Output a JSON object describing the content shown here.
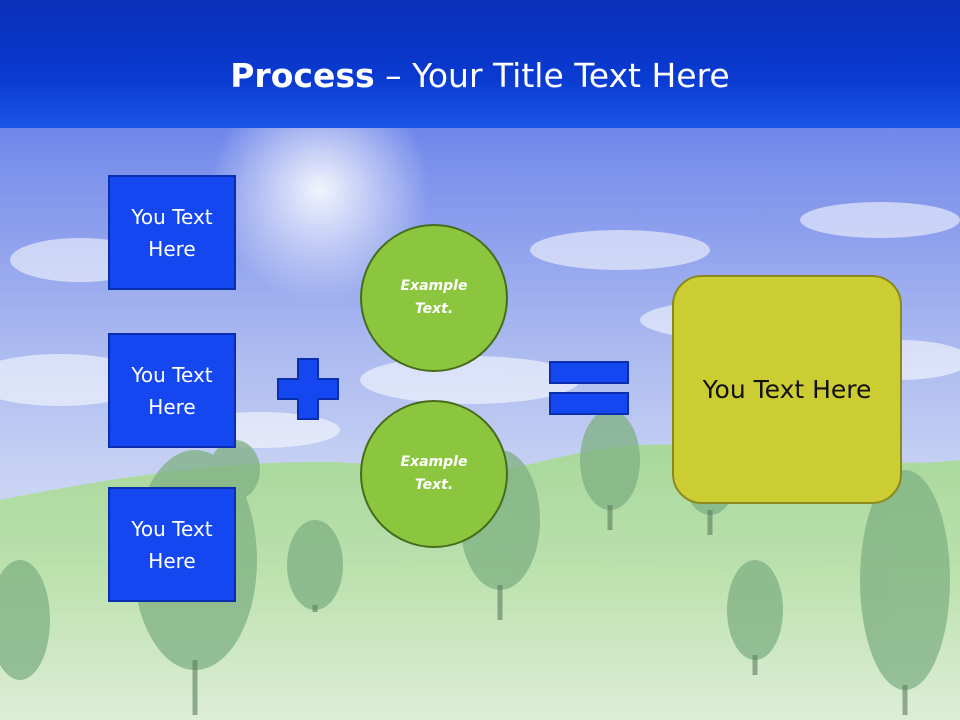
{
  "title": {
    "bold": "Process",
    "rest": " – Your Title Text Here"
  },
  "inputs": [
    "You Text Here",
    "You Text Here",
    "You Text Here"
  ],
  "examples": [
    "Example Text.",
    "Example Text."
  ],
  "result": "You Text Here",
  "colors": {
    "title_band": "#0a3ad0",
    "box_blue": "#1447f0",
    "circle_green": "#8cc63e",
    "result_olive": "#cccd33"
  }
}
